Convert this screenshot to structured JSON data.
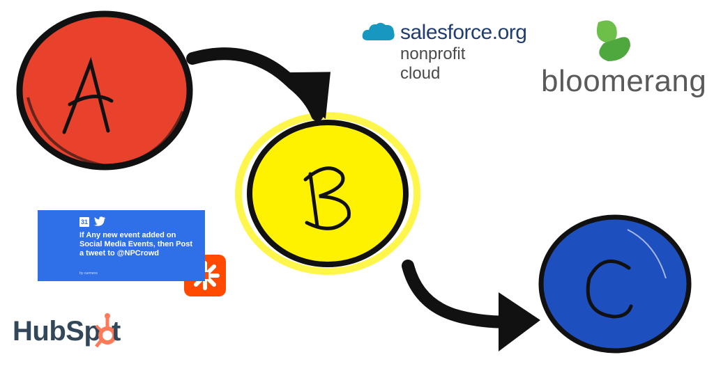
{
  "nodes": [
    {
      "id": "a",
      "letter": "A",
      "color": "#e8412c"
    },
    {
      "id": "b",
      "letter": "B",
      "color": "#fff200"
    },
    {
      "id": "c",
      "letter": "C",
      "color": "#1e4fbf"
    }
  ],
  "logos": {
    "salesforce": {
      "brand": "salesforce.org",
      "line1": "nonprofit",
      "line2": "cloud",
      "color": "#1798c1"
    },
    "bloomerang": {
      "name": "bloomerang",
      "color": "#4fa83d"
    },
    "hubspot": {
      "name_prefix": "HubSp",
      "name_suffix": "t",
      "accent": "#ff7a59"
    },
    "zapier": {
      "accent": "#ff4a00"
    }
  },
  "zap_card": {
    "calendar_day": "31",
    "text": "If Any new event added on Social Media Events, then Post a tweet to @NPCrowd",
    "byline": "by carmens",
    "icons": [
      "calendar-icon",
      "twitter-bird-icon"
    ]
  }
}
